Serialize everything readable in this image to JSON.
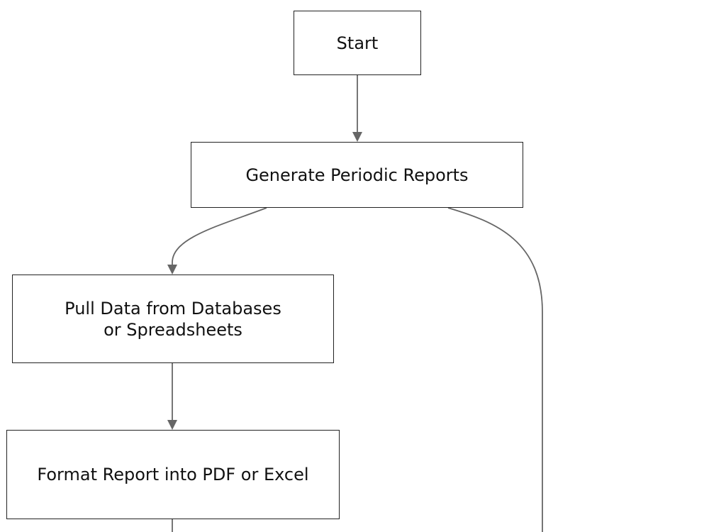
{
  "diagram": {
    "nodes": {
      "start": "Start",
      "generate": "Generate Periodic Reports",
      "pull_line1": "Pull Data from Databases",
      "pull_line2": "or Spreadsheets",
      "format": "Format Report into PDF or Excel"
    },
    "edges": [
      {
        "from": "start",
        "to": "generate"
      },
      {
        "from": "generate",
        "to": "pull"
      },
      {
        "from": "generate",
        "to": ""
      },
      {
        "from": "pull",
        "to": "format"
      },
      {
        "from": "format",
        "to": ""
      }
    ],
    "colors": {
      "node_border": "#222222",
      "edge": "#666666",
      "background": "#ffffff",
      "text": "#111111"
    }
  }
}
